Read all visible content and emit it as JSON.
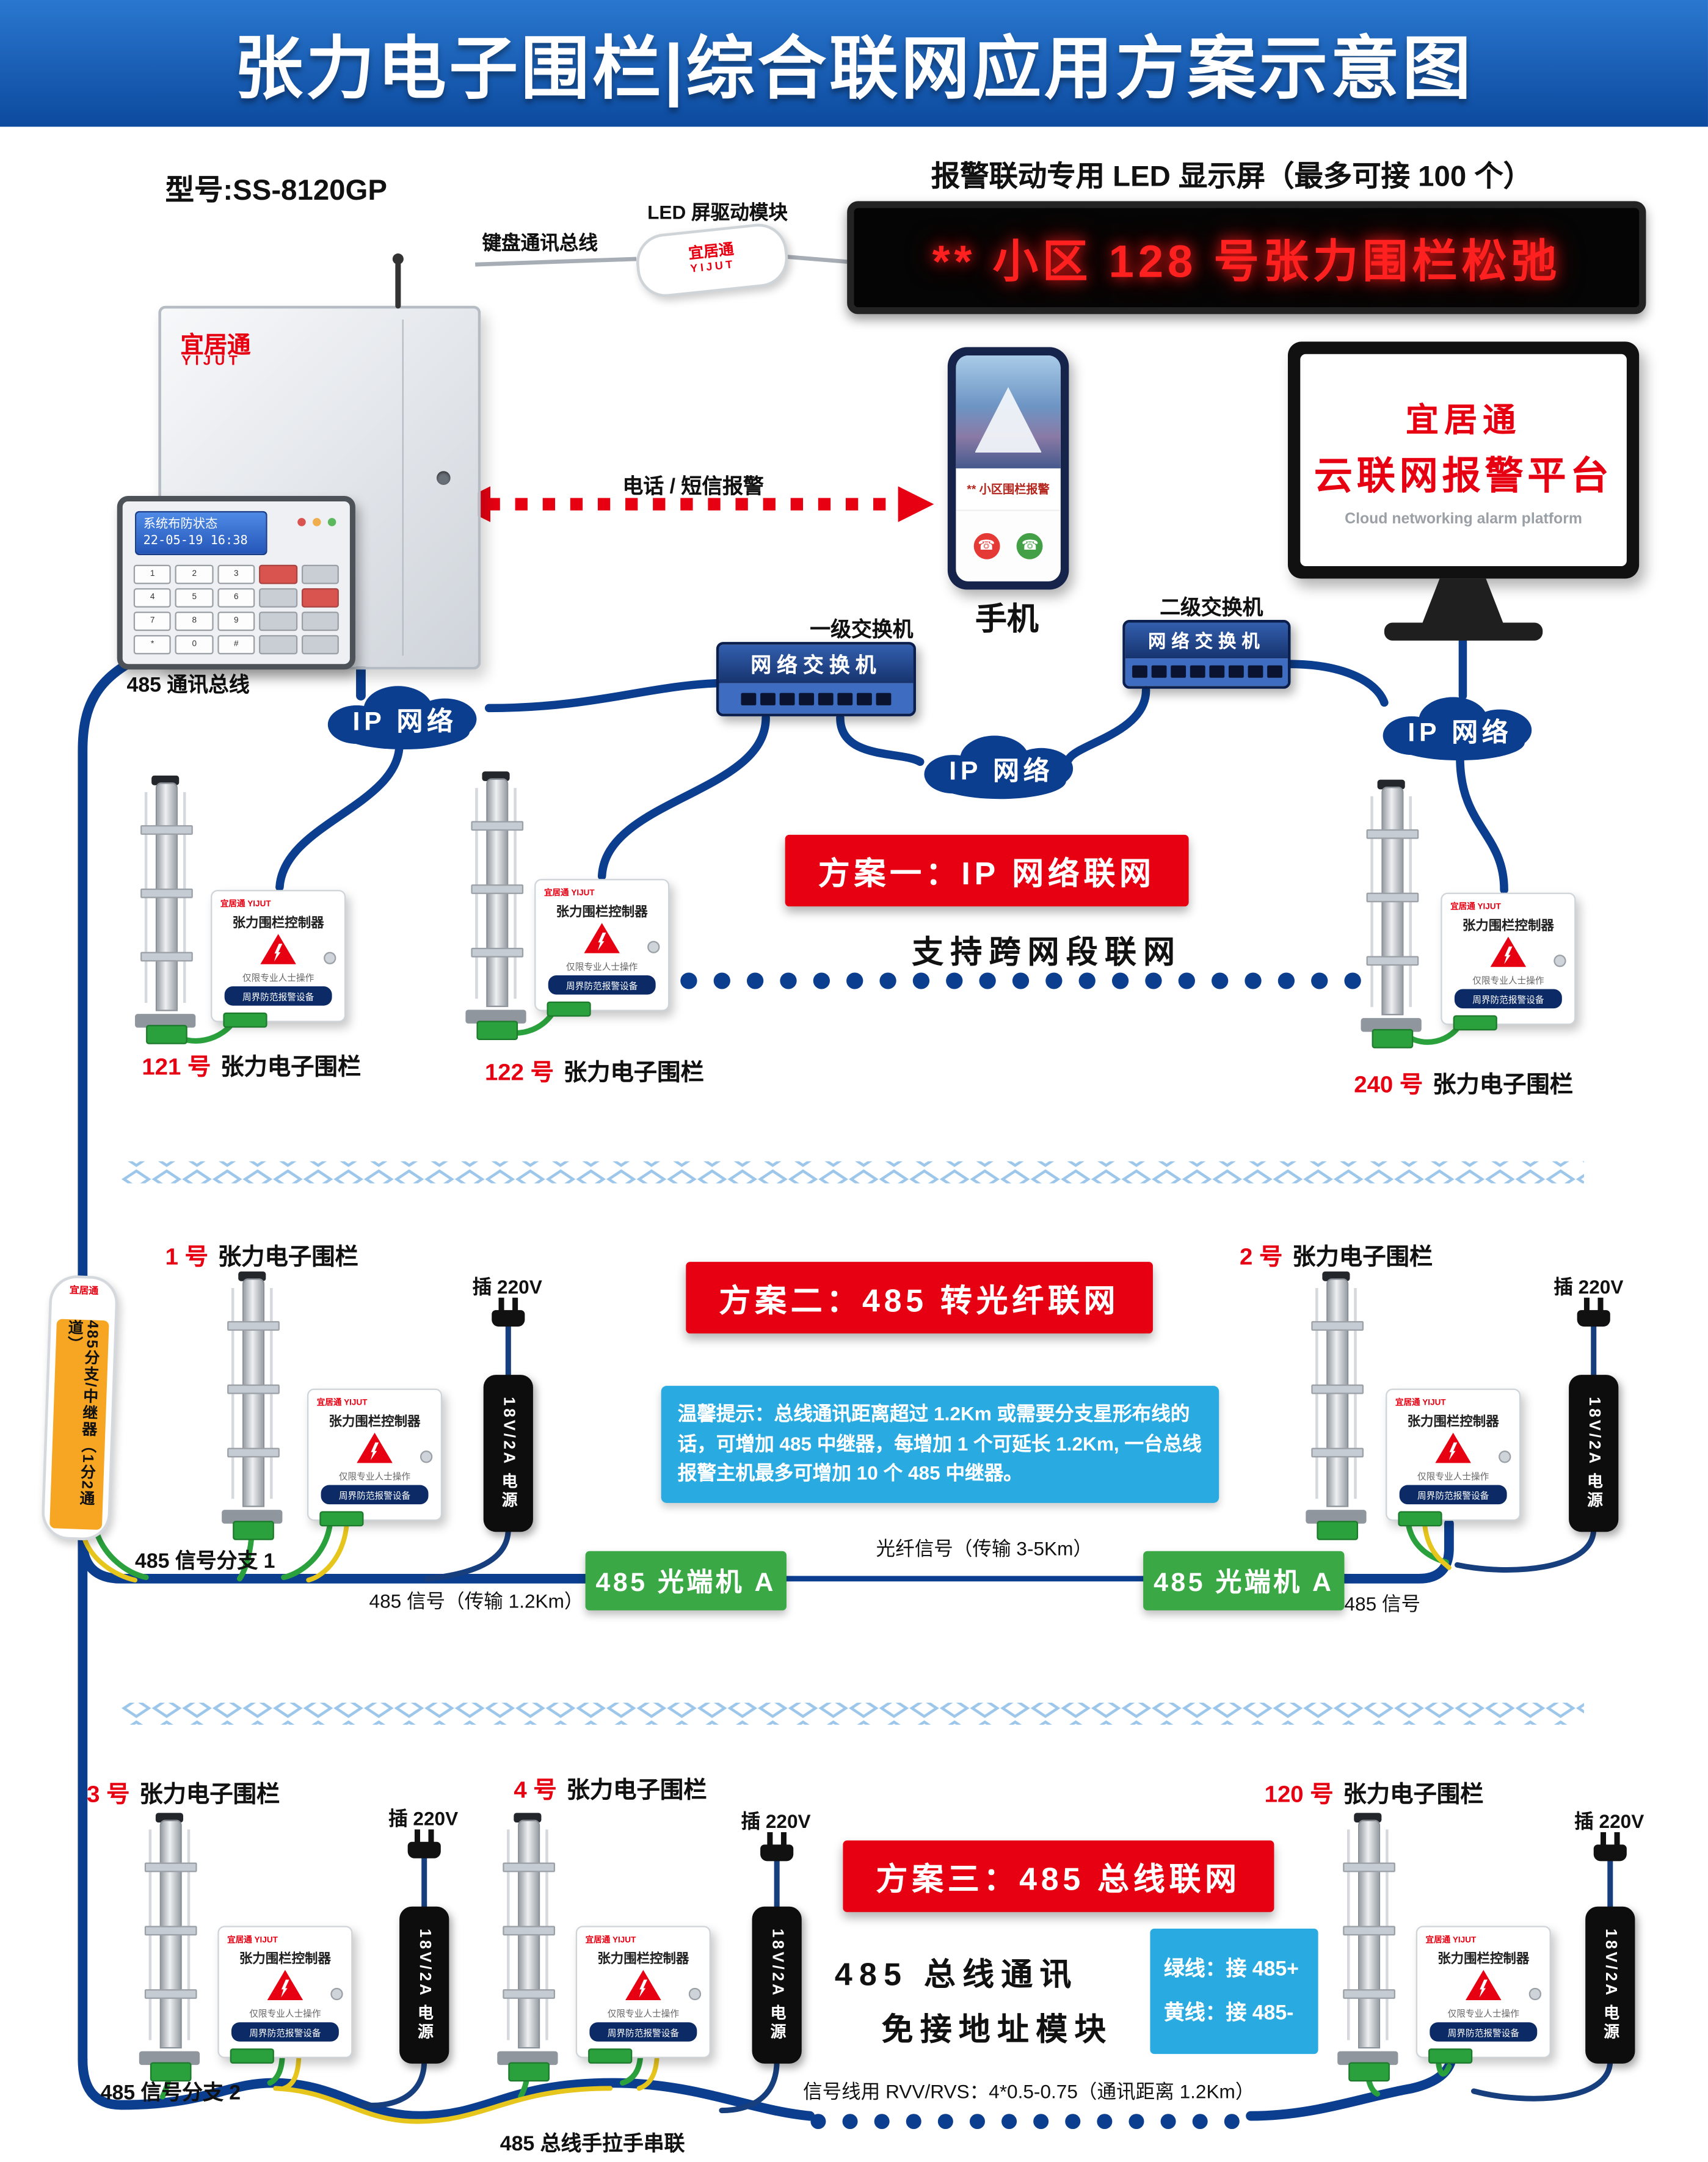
{
  "title": "张力电子围栏|综合联网应用方案示意图",
  "colors": {
    "title_blue": "#0c4a9e",
    "accent_red": "#e60012",
    "wire_navy": "#0c3e8f",
    "info_blue": "#29abe2",
    "optical_green": "#39a845",
    "repeater_orange": "#f6a623"
  },
  "host": {
    "model": "型号:SS-8120GP",
    "brand_cn": "宜居通",
    "brand_en": "YIJUT",
    "lcd_line1": "系统布防状态",
    "lcd_line2": "22-05-19 16:38",
    "keys": [
      "1",
      "2",
      "3",
      "4",
      "5",
      "6",
      "7",
      "8",
      "9",
      "*",
      "0",
      "#"
    ],
    "bus_label": "485 通讯总线",
    "keyboard_bus_label": "键盘通讯总线"
  },
  "led": {
    "driver_label": "LED 屏驱动模块",
    "driver_brand_cn": "宜居通",
    "driver_brand_en": "YIJUT",
    "caption": "报警联动专用 LED 显示屏（最多可接 100 个）",
    "text": "** 小区 128 号张力围栏松弛"
  },
  "phone": {
    "alert": "** 小区围栏报警",
    "label": "手机",
    "sms_label": "电话 / 短信报警",
    "phone_icon": "☎"
  },
  "platform": {
    "line1": "宜居通",
    "line2": "云联网报警平台",
    "line3": "Cloud networking alarm platform"
  },
  "network": {
    "cloud": "IP 网络",
    "switch_name": "网络交换机",
    "switch1_label": "一级交换机",
    "switch2_label": "二级交换机"
  },
  "schemes": {
    "s1": "方案一：IP 网络联网",
    "s1_note": "支持跨网段联网",
    "s2": "方案二：485 转光纤联网",
    "s2_tip": "温馨提示：总线通讯距离超过 1.2Km 或需要分支星形布线的话，可增加 485 中继器，每增加 1 个可延长 1.2Km, 一台总线报警主机最多可增加 10 个 485 中继器。",
    "s3": "方案三：485 总线联网",
    "s3_note1": "485 总线通讯",
    "s3_note2": "免接地址模块"
  },
  "controller": {
    "brand": "宜居通 YIJUT",
    "title": "张力围栏控制器",
    "warn": "仅限专业人士操作",
    "badge": "周界防范报警设备"
  },
  "fence_common": {
    "name": "张力电子围栏"
  },
  "fences": [
    {
      "num": "121 号"
    },
    {
      "num": "122 号"
    },
    {
      "num": "240 号"
    },
    {
      "num": "1 号"
    },
    {
      "num": "2 号"
    },
    {
      "num": "3 号"
    },
    {
      "num": "4 号"
    },
    {
      "num": "120 号"
    }
  ],
  "power": {
    "plug": "插 220V",
    "psu": "18V/2A 电源"
  },
  "repeater": {
    "label": "485分支/中继器（1分2通道）",
    "brand_cn": "宜居通",
    "brand_en": "YIJUT"
  },
  "fiber": {
    "box_a": "485 光端机 A",
    "box_b": "485 光端机 A",
    "branch1": "485 信号分支 1",
    "sig_12": "485 信号（传输 1.2Km）",
    "fiber_sig": "光纤信号（传输 3-5Km）",
    "sig": "485 信号"
  },
  "bus": {
    "green_line": "绿线：接 485+",
    "yellow_line": "黄线：接 485-",
    "branch2": "485 信号分支 2",
    "cable_spec": "信号线用 RVV/RVS：4*0.5-0.75（通讯距离 1.2Km）",
    "daisy": "485 总线手拉手串联"
  }
}
